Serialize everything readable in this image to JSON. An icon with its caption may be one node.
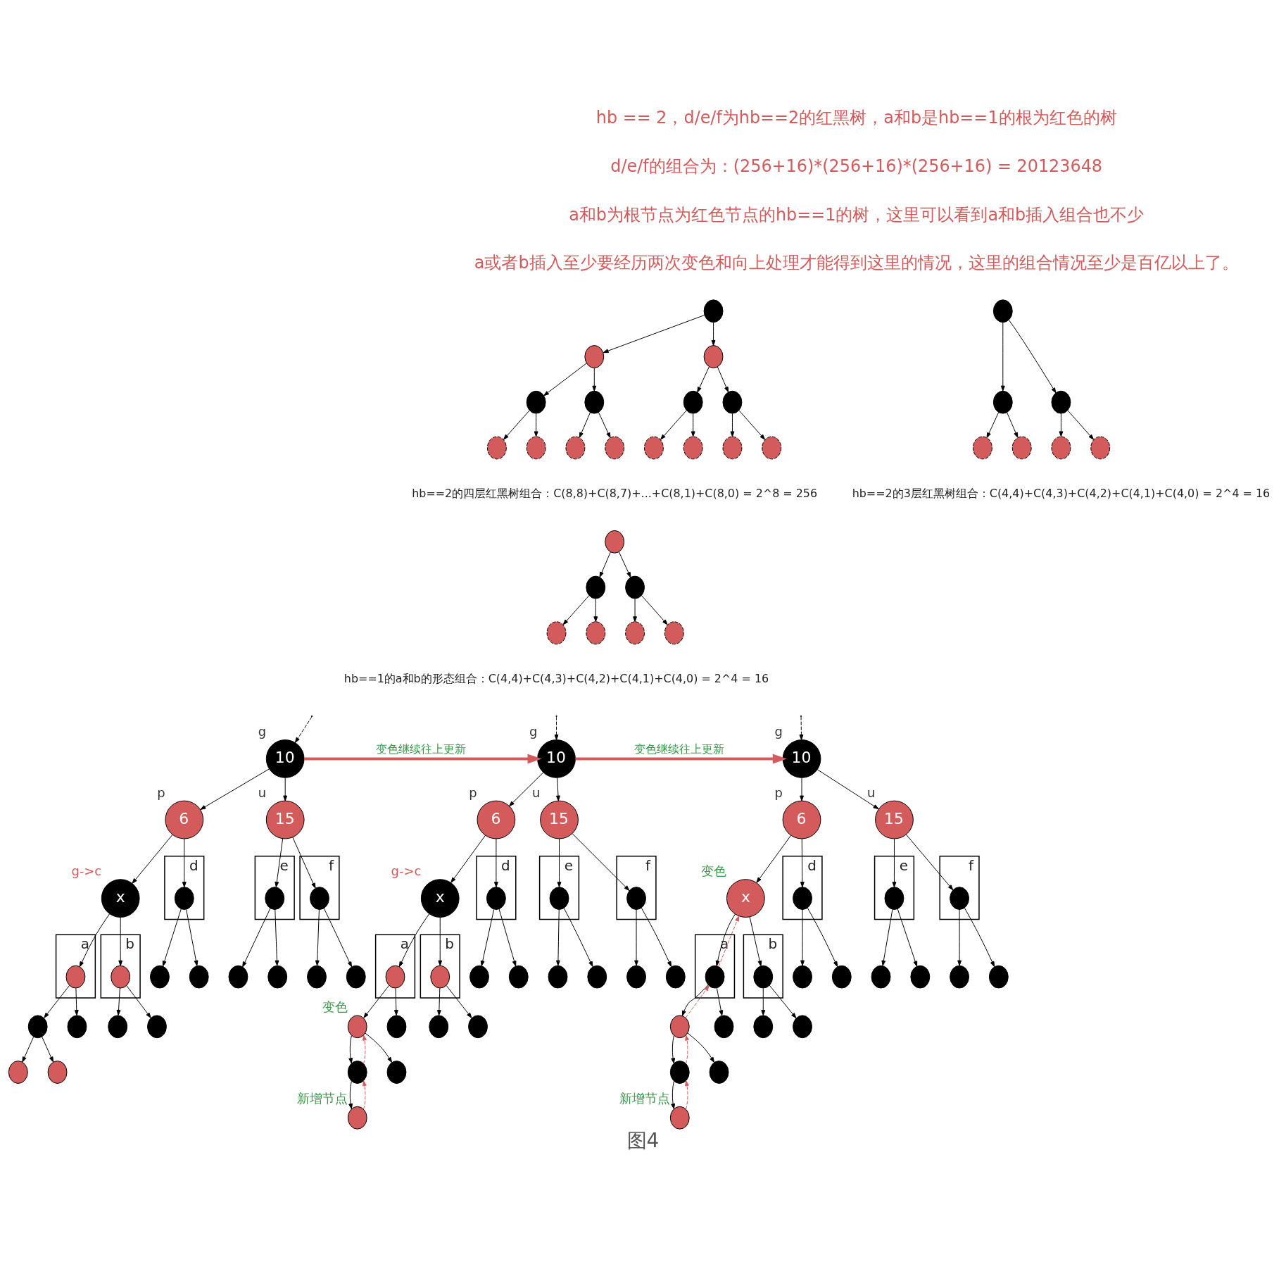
{
  "diagram": {
    "caption": "图4",
    "nodes": [
      {
        "text": [],
        "shape": "circle"
      },
      {
        "text": [],
        "shape": "circle"
      },
      {
        "text": [],
        "shape": "circle"
      },
      {
        "text": [],
        "shape": "circle"
      },
      {
        "text": [],
        "shape": "circle"
      },
      {
        "text": [],
        "shape": "circle"
      },
      {
        "text": [],
        "shape": "circle"
      },
      {
        "text": [],
        "shape": "circle"
      },
      {
        "text": [],
        "shape": "circle"
      },
      {
        "text": [],
        "shape": "circle"
      },
      {
        "text": [],
        "shape": "circle"
      },
      {
        "text": [],
        "shape": "circle"
      },
      {
        "text": [],
        "shape": "circle"
      },
      {
        "text": [],
        "shape": "circle"
      },
      {
        "text": [],
        "shape": "circle"
      },
      {
        "text": [],
        "shape": "circle"
      },
      {
        "text": [],
        "shape": "circle"
      },
      {
        "text": [],
        "shape": "circle"
      },
      {
        "text": [],
        "shape": "circle"
      },
      {
        "text": [],
        "shape": "circle"
      },
      {
        "text": [],
        "shape": "circle"
      },
      {
        "text": [],
        "shape": "circle"
      },
      {
        "text": [],
        "shape": "circle"
      },
      {
        "text": [],
        "shape": "circle"
      },
      {
        "text": [],
        "shape": "circle"
      },
      {
        "text": [],
        "shape": "circle"
      },
      {
        "text": [],
        "shape": "circle"
      },
      {
        "text": [],
        "shape": "circle"
      },
      {
        "text": [],
        "shape": "circle"
      },
      {
        "text": [
          "10"
        ],
        "beside": [
          "g"
        ]
      },
      {
        "text": [
          "6"
        ],
        "beside": [
          "p"
        ]
      },
      {
        "text": [
          "15"
        ],
        "beside": [
          "u"
        ]
      },
      {
        "text": [
          "x"
        ],
        "beside": [
          "g->c"
        ]
      },
      {
        "text": [
          "d"
        ]
      },
      {
        "text": [],
        "shape": "circle",
        "in": 33
      },
      {
        "text": [],
        "shape": "circle"
      },
      {
        "text": [],
        "shape": "circle"
      },
      {
        "text": [
          "e"
        ]
      },
      {
        "text": [],
        "shape": "circle",
        "in": 37
      },
      {
        "text": [],
        "shape": "circle"
      },
      {
        "text": [],
        "shape": "circle"
      },
      {
        "text": [
          "f"
        ]
      },
      {
        "text": [],
        "shape": "circle",
        "in": 41
      },
      {
        "text": [],
        "shape": "circle"
      },
      {
        "text": [],
        "shape": "circle"
      },
      {
        "text": [
          "a"
        ]
      },
      {
        "text": [],
        "shape": "circle",
        "in": 45
      },
      {
        "text": [],
        "shape": "circle"
      },
      {
        "text": [],
        "shape": "circle"
      },
      {
        "text": [],
        "shape": "circle"
      },
      {
        "text": [],
        "shape": "circle"
      },
      {
        "text": [
          "b"
        ]
      },
      {
        "text": [],
        "shape": "circle",
        "in": 51
      },
      {
        "text": [],
        "shape": "circle"
      },
      {
        "text": [],
        "shape": "circle"
      },
      {
        "text": [
          "10"
        ],
        "beside": [
          "g"
        ]
      },
      {
        "text": [
          "6"
        ],
        "beside": [
          "p"
        ]
      },
      {
        "text": [
          "15"
        ],
        "beside": [
          "u"
        ]
      },
      {
        "text": [
          "x"
        ],
        "beside": [
          "g->c"
        ]
      },
      {
        "text": [
          "d"
        ]
      },
      {
        "text": [],
        "shape": "circle",
        "in": 59
      },
      {
        "text": [],
        "shape": "circle"
      },
      {
        "text": [],
        "shape": "circle"
      },
      {
        "text": [
          "e"
        ]
      },
      {
        "text": [],
        "shape": "circle",
        "in": 63
      },
      {
        "text": [],
        "shape": "circle"
      },
      {
        "text": [],
        "shape": "circle"
      },
      {
        "text": [
          "f"
        ]
      },
      {
        "text": [],
        "shape": "circle",
        "in": 67
      },
      {
        "text": [],
        "shape": "circle"
      },
      {
        "text": [],
        "shape": "circle"
      },
      {
        "text": [
          "a"
        ]
      },
      {
        "text": [],
        "shape": "circle",
        "in": 71
      },
      {
        "text": [],
        "shape": "circle",
        "beside": [
          "变色"
        ]
      },
      {
        "text": [],
        "shape": "circle"
      },
      {
        "text": [],
        "shape": "circle"
      },
      {
        "text": [],
        "shape": "circle"
      },
      {
        "text": [],
        "shape": "circle",
        "beside": [
          "新增节点"
        ]
      },
      {
        "text": [
          "b"
        ]
      },
      {
        "text": [],
        "shape": "circle",
        "in": 78
      },
      {
        "text": [],
        "shape": "circle"
      },
      {
        "text": [],
        "shape": "circle"
      },
      {
        "text": [
          "10"
        ],
        "beside": [
          "g"
        ]
      },
      {
        "text": [
          "6"
        ],
        "beside": [
          "p"
        ]
      },
      {
        "text": [
          "15"
        ],
        "beside": [
          "u"
        ]
      },
      {
        "text": [
          "x"
        ],
        "beside": [
          "变色"
        ]
      },
      {
        "text": [
          "d"
        ]
      },
      {
        "text": [],
        "shape": "circle",
        "in": 86
      },
      {
        "text": [],
        "shape": "circle"
      },
      {
        "text": [],
        "shape": "circle"
      },
      {
        "text": [
          "e"
        ]
      },
      {
        "text": [],
        "shape": "circle",
        "in": 90
      },
      {
        "text": [],
        "shape": "circle"
      },
      {
        "text": [],
        "shape": "circle"
      },
      {
        "text": [
          "f"
        ]
      },
      {
        "text": [],
        "shape": "circle",
        "in": 94
      },
      {
        "text": [],
        "shape": "circle"
      },
      {
        "text": [],
        "shape": "circle"
      },
      {
        "text": [
          "a"
        ]
      },
      {
        "text": [],
        "shape": "circle",
        "in": 98
      },
      {
        "text": [],
        "shape": "circle"
      },
      {
        "text": [],
        "shape": "circle"
      },
      {
        "text": [],
        "shape": "circle"
      },
      {
        "text": [],
        "shape": "circle"
      },
      {
        "text": [],
        "shape": "circle",
        "beside": [
          "新增节点"
        ]
      },
      {
        "text": [
          "b"
        ]
      },
      {
        "text": [],
        "shape": "circle",
        "in": 105
      },
      {
        "text": [],
        "shape": "circle"
      },
      {
        "text": [],
        "shape": "circle"
      }
    ],
    "edges": [
      {
        "from": 0,
        "to": 1,
        "arrow": "to"
      },
      {
        "from": 0,
        "to": 2,
        "arrow": "to"
      },
      {
        "from": 1,
        "to": 3,
        "arrow": "to"
      },
      {
        "from": 1,
        "to": 4,
        "arrow": "to"
      },
      {
        "from": 2,
        "to": 5,
        "arrow": "to"
      },
      {
        "from": 2,
        "to": 6,
        "arrow": "to"
      },
      {
        "from": 3,
        "to": 7,
        "arrow": "to"
      },
      {
        "from": 3,
        "to": 8,
        "arrow": "to"
      },
      {
        "from": 4,
        "to": 9,
        "arrow": "to"
      },
      {
        "from": 4,
        "to": 10,
        "arrow": "to"
      },
      {
        "from": 5,
        "to": 11,
        "arrow": "to"
      },
      {
        "from": 5,
        "to": 12,
        "arrow": "to"
      },
      {
        "from": 6,
        "to": 13,
        "arrow": "to"
      },
      {
        "from": 6,
        "to": 14,
        "arrow": "to"
      },
      {
        "from": 15,
        "to": 16,
        "arrow": "to"
      },
      {
        "from": 15,
        "to": 17,
        "arrow": "to"
      },
      {
        "from": 16,
        "to": 18,
        "arrow": "to"
      },
      {
        "from": 16,
        "to": 19,
        "arrow": "to"
      },
      {
        "from": 17,
        "to": 20,
        "arrow": "to"
      },
      {
        "from": 17,
        "to": 21,
        "arrow": "to"
      },
      {
        "from": 22,
        "to": 23,
        "arrow": "to"
      },
      {
        "from": 22,
        "to": 24,
        "arrow": "to"
      },
      {
        "from": 23,
        "to": 25,
        "arrow": "to"
      },
      {
        "from": 23,
        "to": 26,
        "arrow": "to"
      },
      {
        "from": 24,
        "to": 27,
        "arrow": "to"
      },
      {
        "from": 24,
        "to": 28,
        "arrow": "to"
      },
      {
        "from": null,
        "to": 29,
        "arrow": "to",
        "style": "dashed"
      },
      {
        "from": 29,
        "to": 30,
        "arrow": "to"
      },
      {
        "from": 29,
        "to": 31,
        "arrow": "to"
      },
      {
        "from": 30,
        "to": 32,
        "arrow": "to"
      },
      {
        "from": 30,
        "to": 34,
        "arrow": "to"
      },
      {
        "from": 31,
        "to": 38,
        "arrow": "to"
      },
      {
        "from": 31,
        "to": 42,
        "arrow": "to"
      },
      {
        "from": 34,
        "to": 35,
        "arrow": "to"
      },
      {
        "from": 34,
        "to": 36,
        "arrow": "to"
      },
      {
        "from": 38,
        "to": 39,
        "arrow": "to"
      },
      {
        "from": 38,
        "to": 40,
        "arrow": "to"
      },
      {
        "from": 42,
        "to": 43,
        "arrow": "to"
      },
      {
        "from": 42,
        "to": 44,
        "arrow": "to"
      },
      {
        "from": 32,
        "to": 46,
        "arrow": "to"
      },
      {
        "from": 32,
        "to": 52,
        "arrow": "to"
      },
      {
        "from": 46,
        "to": 47,
        "arrow": "to"
      },
      {
        "from": 46,
        "to": 48,
        "arrow": "to"
      },
      {
        "from": 47,
        "to": 49,
        "arrow": "to"
      },
      {
        "from": 47,
        "to": 50,
        "arrow": "to"
      },
      {
        "from": 52,
        "to": 53,
        "arrow": "to"
      },
      {
        "from": 52,
        "to": 54,
        "arrow": "to"
      },
      {
        "from": 29,
        "to": 55,
        "arrow": "to",
        "label": "变色继续往上更新",
        "style": "thick",
        "color": "#d45b5b"
      },
      {
        "from": null,
        "to": 55,
        "arrow": "to",
        "style": "dashed"
      },
      {
        "from": 55,
        "to": 56,
        "arrow": "to"
      },
      {
        "from": 55,
        "to": 57,
        "arrow": "to"
      },
      {
        "from": 56,
        "to": 58,
        "arrow": "to"
      },
      {
        "from": 56,
        "to": 60,
        "arrow": "to"
      },
      {
        "from": 57,
        "to": 64,
        "arrow": "to"
      },
      {
        "from": 57,
        "to": 68,
        "arrow": "to"
      },
      {
        "from": 60,
        "to": 61,
        "arrow": "to"
      },
      {
        "from": 60,
        "to": 62,
        "arrow": "to"
      },
      {
        "from": 64,
        "to": 65,
        "arrow": "to"
      },
      {
        "from": 64,
        "to": 66,
        "arrow": "to"
      },
      {
        "from": 68,
        "to": 69,
        "arrow": "to"
      },
      {
        "from": 68,
        "to": 70,
        "arrow": "to"
      },
      {
        "from": 58,
        "to": 72,
        "arrow": "to"
      },
      {
        "from": 58,
        "to": 79,
        "arrow": "to"
      },
      {
        "from": 72,
        "to": 73,
        "arrow": "to"
      },
      {
        "from": 72,
        "to": 74,
        "arrow": "to"
      },
      {
        "from": 73,
        "to": 75,
        "arrow": "to"
      },
      {
        "from": 73,
        "to": 76,
        "arrow": "to"
      },
      {
        "from": 75,
        "to": 77,
        "arrow": "to"
      },
      {
        "from": 79,
        "to": 80,
        "arrow": "to"
      },
      {
        "from": 79,
        "to": 81,
        "arrow": "to"
      },
      {
        "from": 77,
        "to": 75,
        "arrow": "to",
        "style": "dashed",
        "color": "#d45b5b"
      },
      {
        "from": 75,
        "to": 73,
        "arrow": "to",
        "style": "dashed",
        "color": "#d45b5b"
      },
      {
        "from": 55,
        "to": 82,
        "arrow": "to",
        "label": "变色继续往上更新",
        "style": "thick",
        "color": "#d45b5b"
      },
      {
        "from": null,
        "to": 82,
        "arrow": "to",
        "style": "dashed"
      },
      {
        "from": 82,
        "to": 83,
        "arrow": "to"
      },
      {
        "from": 82,
        "to": 84,
        "arrow": "to"
      },
      {
        "from": 83,
        "to": 85,
        "arrow": "to"
      },
      {
        "from": 83,
        "to": 87,
        "arrow": "to"
      },
      {
        "from": 84,
        "to": 91,
        "arrow": "to"
      },
      {
        "from": 84,
        "to": 95,
        "arrow": "to"
      },
      {
        "from": 87,
        "to": 88,
        "arrow": "to"
      },
      {
        "from": 87,
        "to": 89,
        "arrow": "to"
      },
      {
        "from": 91,
        "to": 92,
        "arrow": "to"
      },
      {
        "from": 91,
        "to": 93,
        "arrow": "to"
      },
      {
        "from": 95,
        "to": 96,
        "arrow": "to"
      },
      {
        "from": 95,
        "to": 97,
        "arrow": "to"
      },
      {
        "from": 85,
        "to": 99,
        "arrow": "to"
      },
      {
        "from": 85,
        "to": 106,
        "arrow": "to"
      },
      {
        "from": 99,
        "to": 100,
        "arrow": "to"
      },
      {
        "from": 99,
        "to": 101,
        "arrow": "to"
      },
      {
        "from": 100,
        "to": 102,
        "arrow": "to"
      },
      {
        "from": 100,
        "to": 103,
        "arrow": "to"
      },
      {
        "from": 102,
        "to": 104,
        "arrow": "to"
      },
      {
        "from": 106,
        "to": 107,
        "arrow": "to"
      },
      {
        "from": 106,
        "to": 108,
        "arrow": "to"
      },
      {
        "from": 104,
        "to": 102,
        "arrow": "to",
        "style": "dashed",
        "color": "#d45b5b"
      },
      {
        "from": 102,
        "to": 100,
        "arrow": "to",
        "style": "dashed",
        "color": "#d45b5b"
      },
      {
        "from": 100,
        "to": 99,
        "arrow": "to",
        "style": "dashed",
        "color": "#d45b5b"
      },
      {
        "from": 99,
        "to": 85,
        "arrow": "to",
        "style": "dashed",
        "color": "#d45b5b"
      }
    ],
    "labels": [
      "hb == 2，d/e/f为hb==2的红黑树，a和b是hb==1的根为红色的树",
      "d/e/f的组合为：(256+16)*(256+16)*(256+16) = 20123648",
      "a和b为根节点为红色节点的hb==1的树，这里可以看到a和b插入组合也不少",
      "a或者b插入至少要经历两次变色和向上处理才能得到这里的情况，这里的组合情况至少是百亿以上了。",
      "hb==2的四层红黑树组合：C(8,8)+C(8,7)+...+C(8,1)+C(8,0) = 2^8 = 256",
      "hb==2的3层红黑树组合：C(4,4)+C(4,3)+C(4,2)+C(4,1)+C(4,0) = 2^4 = 16",
      "hb==1的a和b的形态组合：C(4,4)+C(4,3)+C(4,2)+C(4,1)+C(4,0) = 2^4 = 16"
    ]
  }
}
